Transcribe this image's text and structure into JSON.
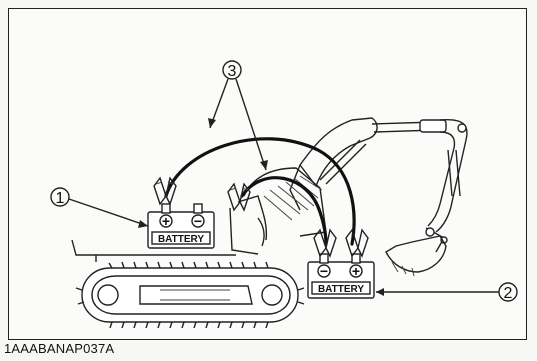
{
  "figure": {
    "code": "1AAABANAP037A",
    "callouts": {
      "one": "1",
      "two": "2",
      "three": "3"
    },
    "battery_label": "BATTERY",
    "plus": "+",
    "minus": "−"
  }
}
